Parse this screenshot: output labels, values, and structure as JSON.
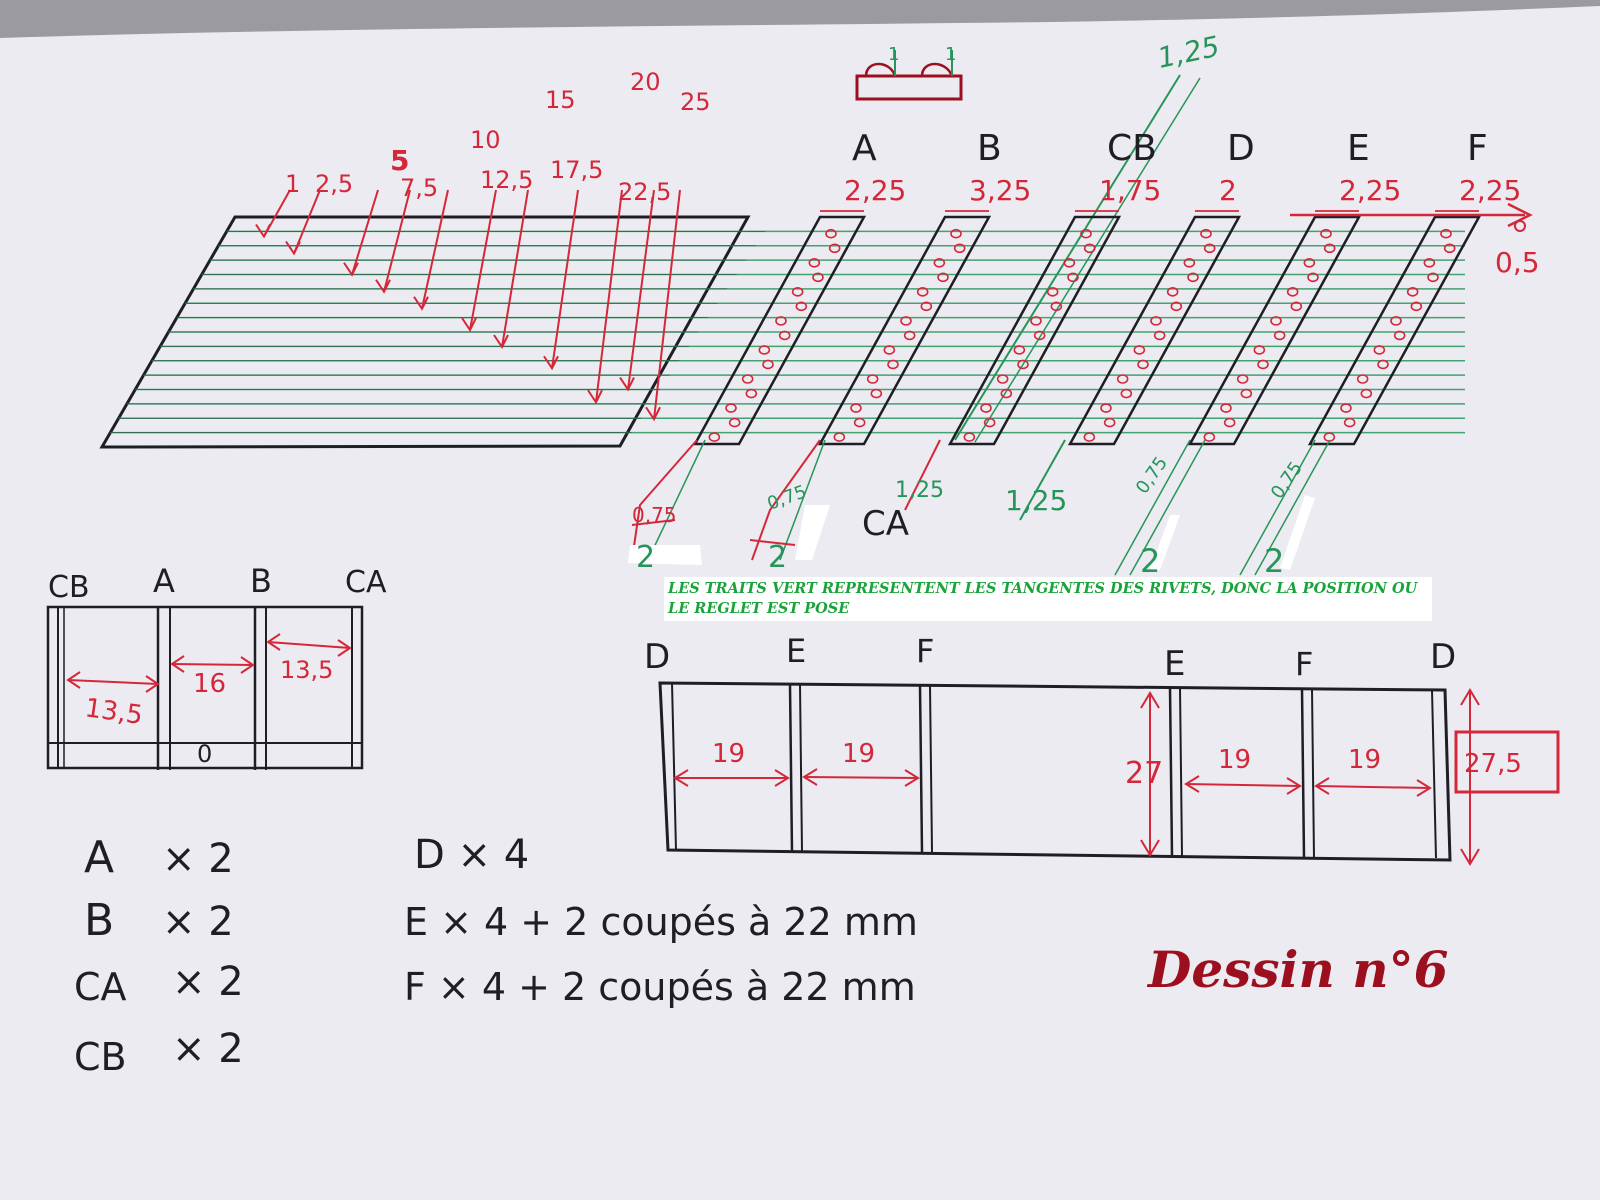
{
  "colors": {
    "pencil": "#1e1e24",
    "red": "#d4283a",
    "green": "#27955a",
    "title": "#9b0f1e",
    "paper": "#ecebf1"
  },
  "top": {
    "profile_dims": [
      "1",
      "1"
    ],
    "spacing_top": [
      "1",
      "2,5",
      "5",
      "7,5",
      "10",
      "12,5",
      "15",
      "17,5",
      "20",
      "22,5",
      "25"
    ],
    "angled_125": "1,25",
    "strips": [
      {
        "label": "A",
        "width": "2,25"
      },
      {
        "label": "B",
        "width": "3,25"
      },
      {
        "label": "CB",
        "width": "1,75"
      },
      {
        "label": "D",
        "width": "2"
      },
      {
        "label": "E",
        "width": "2,25"
      },
      {
        "label": "F",
        "width": "2,25"
      }
    ],
    "edge_dim": "0,5",
    "bottom_red": [
      "0,75",
      "0,75",
      "1,25",
      "1,25"
    ],
    "bottom_green": [
      "2",
      "2",
      "2",
      "2"
    ],
    "bottom_green_small": [
      "0,75",
      "0,75"
    ],
    "ca_label": "CA"
  },
  "note": "LES TRAITS VERT REPRESENTENT LES TANGENTES DES RIVETS, DONC LA POSITION OU LE REGLET EST POSE",
  "left_panel": {
    "labels": [
      "CB",
      "A",
      "B",
      "CA"
    ],
    "dims": [
      "13,5",
      "16",
      "13,5"
    ],
    "zero": "0"
  },
  "right_panel": {
    "labels": [
      "D",
      "E",
      "F",
      "E",
      "F",
      "D"
    ],
    "dims": [
      "19",
      "19",
      "19",
      "19"
    ],
    "height": "27",
    "height_box": "27,5"
  },
  "counts": {
    "left": [
      {
        "label": "A",
        "qty": "× 2"
      },
      {
        "label": "B",
        "qty": "× 2"
      },
      {
        "label": "CA",
        "qty": "× 2"
      },
      {
        "label": "CB",
        "qty": "× 2"
      }
    ],
    "right": [
      "D × 4",
      "E × 4    + 2  coupés à 22 mm",
      "F × 4    + 2  coupés à 22 mm"
    ]
  },
  "title": "Dessin n°6"
}
